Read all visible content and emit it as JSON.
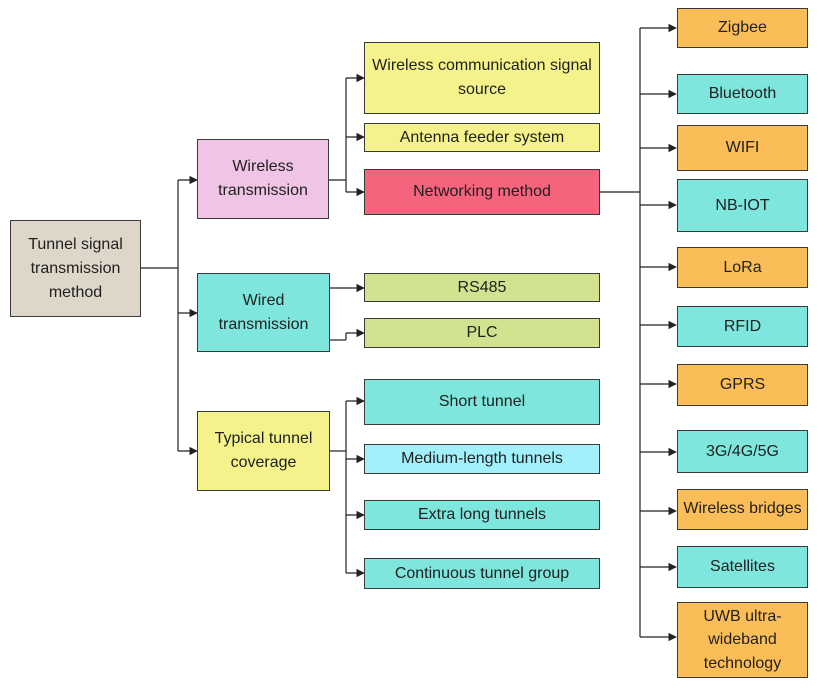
{
  "colors": {
    "root": "#ded6c9",
    "wireless": "#efc4e4",
    "wired": "#7ee6dc",
    "coverage": "#f4f28a",
    "source": "#f4f28a",
    "networking": "#f5637c",
    "wired_child": "#d2e390",
    "medium": "#a2f0fb",
    "teal": "#7ee6dc",
    "orange": "#fbbd58",
    "line": "#222222"
  },
  "root": {
    "label": "Tunnel signal transmission method"
  },
  "branches": {
    "wireless": {
      "label": "Wireless transmission",
      "children": {
        "signal_source": "Wireless communication signal source",
        "antenna": "Antenna feeder system",
        "networking": "Networking method"
      }
    },
    "wired": {
      "label": "Wired transmission",
      "children": {
        "rs485": "RS485",
        "plc": "PLC"
      }
    },
    "coverage": {
      "label": "Typical tunnel coverage",
      "children": {
        "short": "Short tunnel",
        "medium": "Medium-length tunnels",
        "extra_long": "Extra long tunnels",
        "continuous": "Continuous tunnel group"
      }
    }
  },
  "networking_methods": {
    "zigbee": "Zigbee",
    "bluetooth": "Bluetooth",
    "wifi": "WIFI",
    "nbiot": "NB-IOT",
    "lora": "LoRa",
    "rfid": "RFID",
    "gprs": "GPRS",
    "cellular": "3G/4G/5G",
    "wireless_bridges": "Wireless bridges",
    "satellites": "Satellites",
    "uwb": "UWB ultra-wideband technology"
  }
}
